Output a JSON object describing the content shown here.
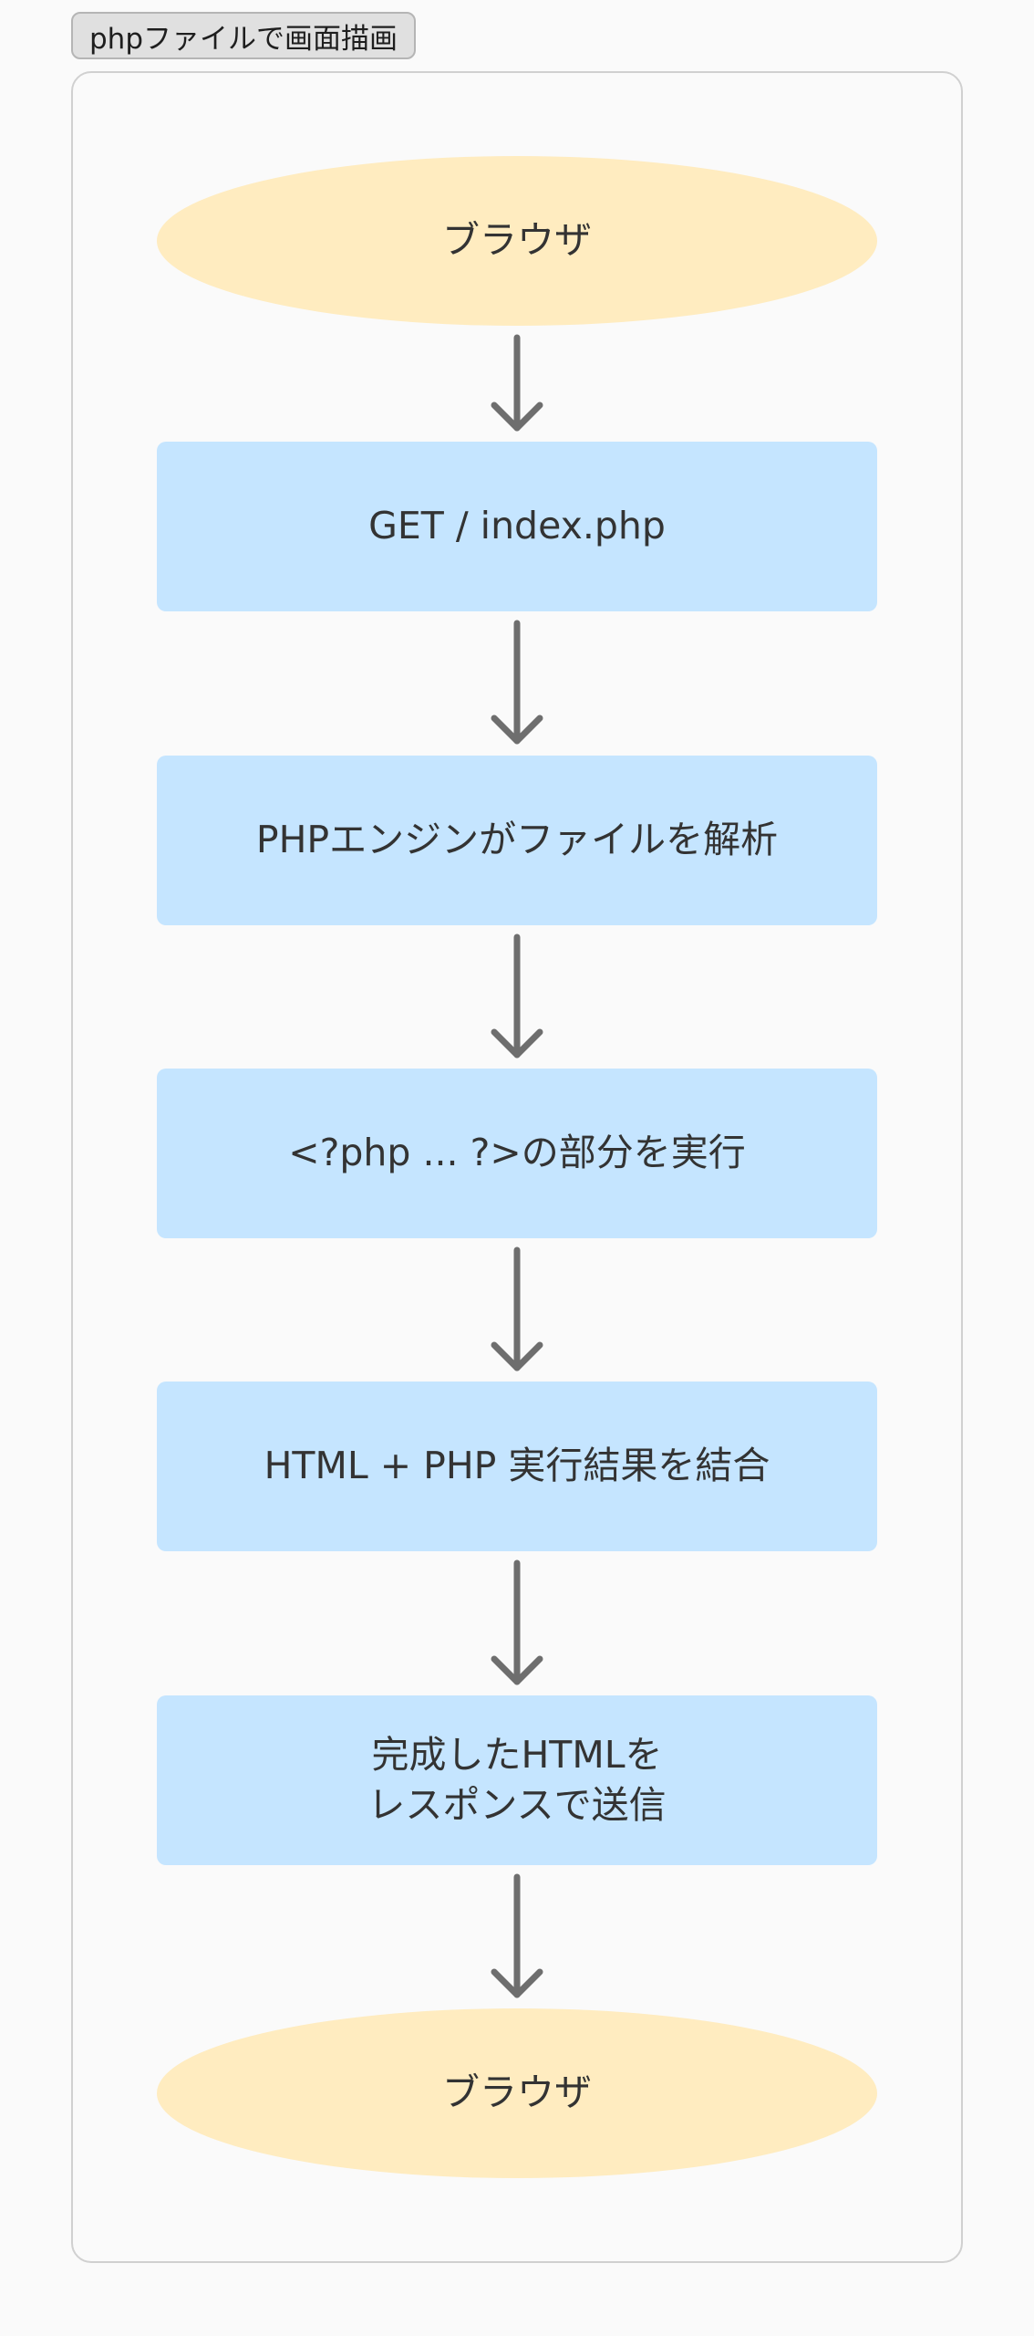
{
  "title": "phpファイルで画面描画",
  "flow": {
    "nodes": [
      {
        "text": "ブラウザ",
        "shape": "ellipse"
      },
      {
        "text": "GET / index.php",
        "shape": "rect"
      },
      {
        "text": "PHPエンジンがファイルを解析",
        "shape": "rect"
      },
      {
        "text": "<?php ... ?>の部分を実行",
        "shape": "rect"
      },
      {
        "text": "HTML + PHP 実行結果を結合",
        "shape": "rect"
      },
      {
        "text": "完成したHTMLを\nレスポンスで送信",
        "shape": "rect"
      },
      {
        "text": "ブラウザ",
        "shape": "ellipse"
      }
    ]
  },
  "colors": {
    "terminal_fill": "#ffecc0",
    "process_fill": "#c5e5ff",
    "arrow": "#6e6e6e",
    "text": "#333333",
    "frame_border": "#d0d0d0",
    "background": "#fafafa"
  }
}
